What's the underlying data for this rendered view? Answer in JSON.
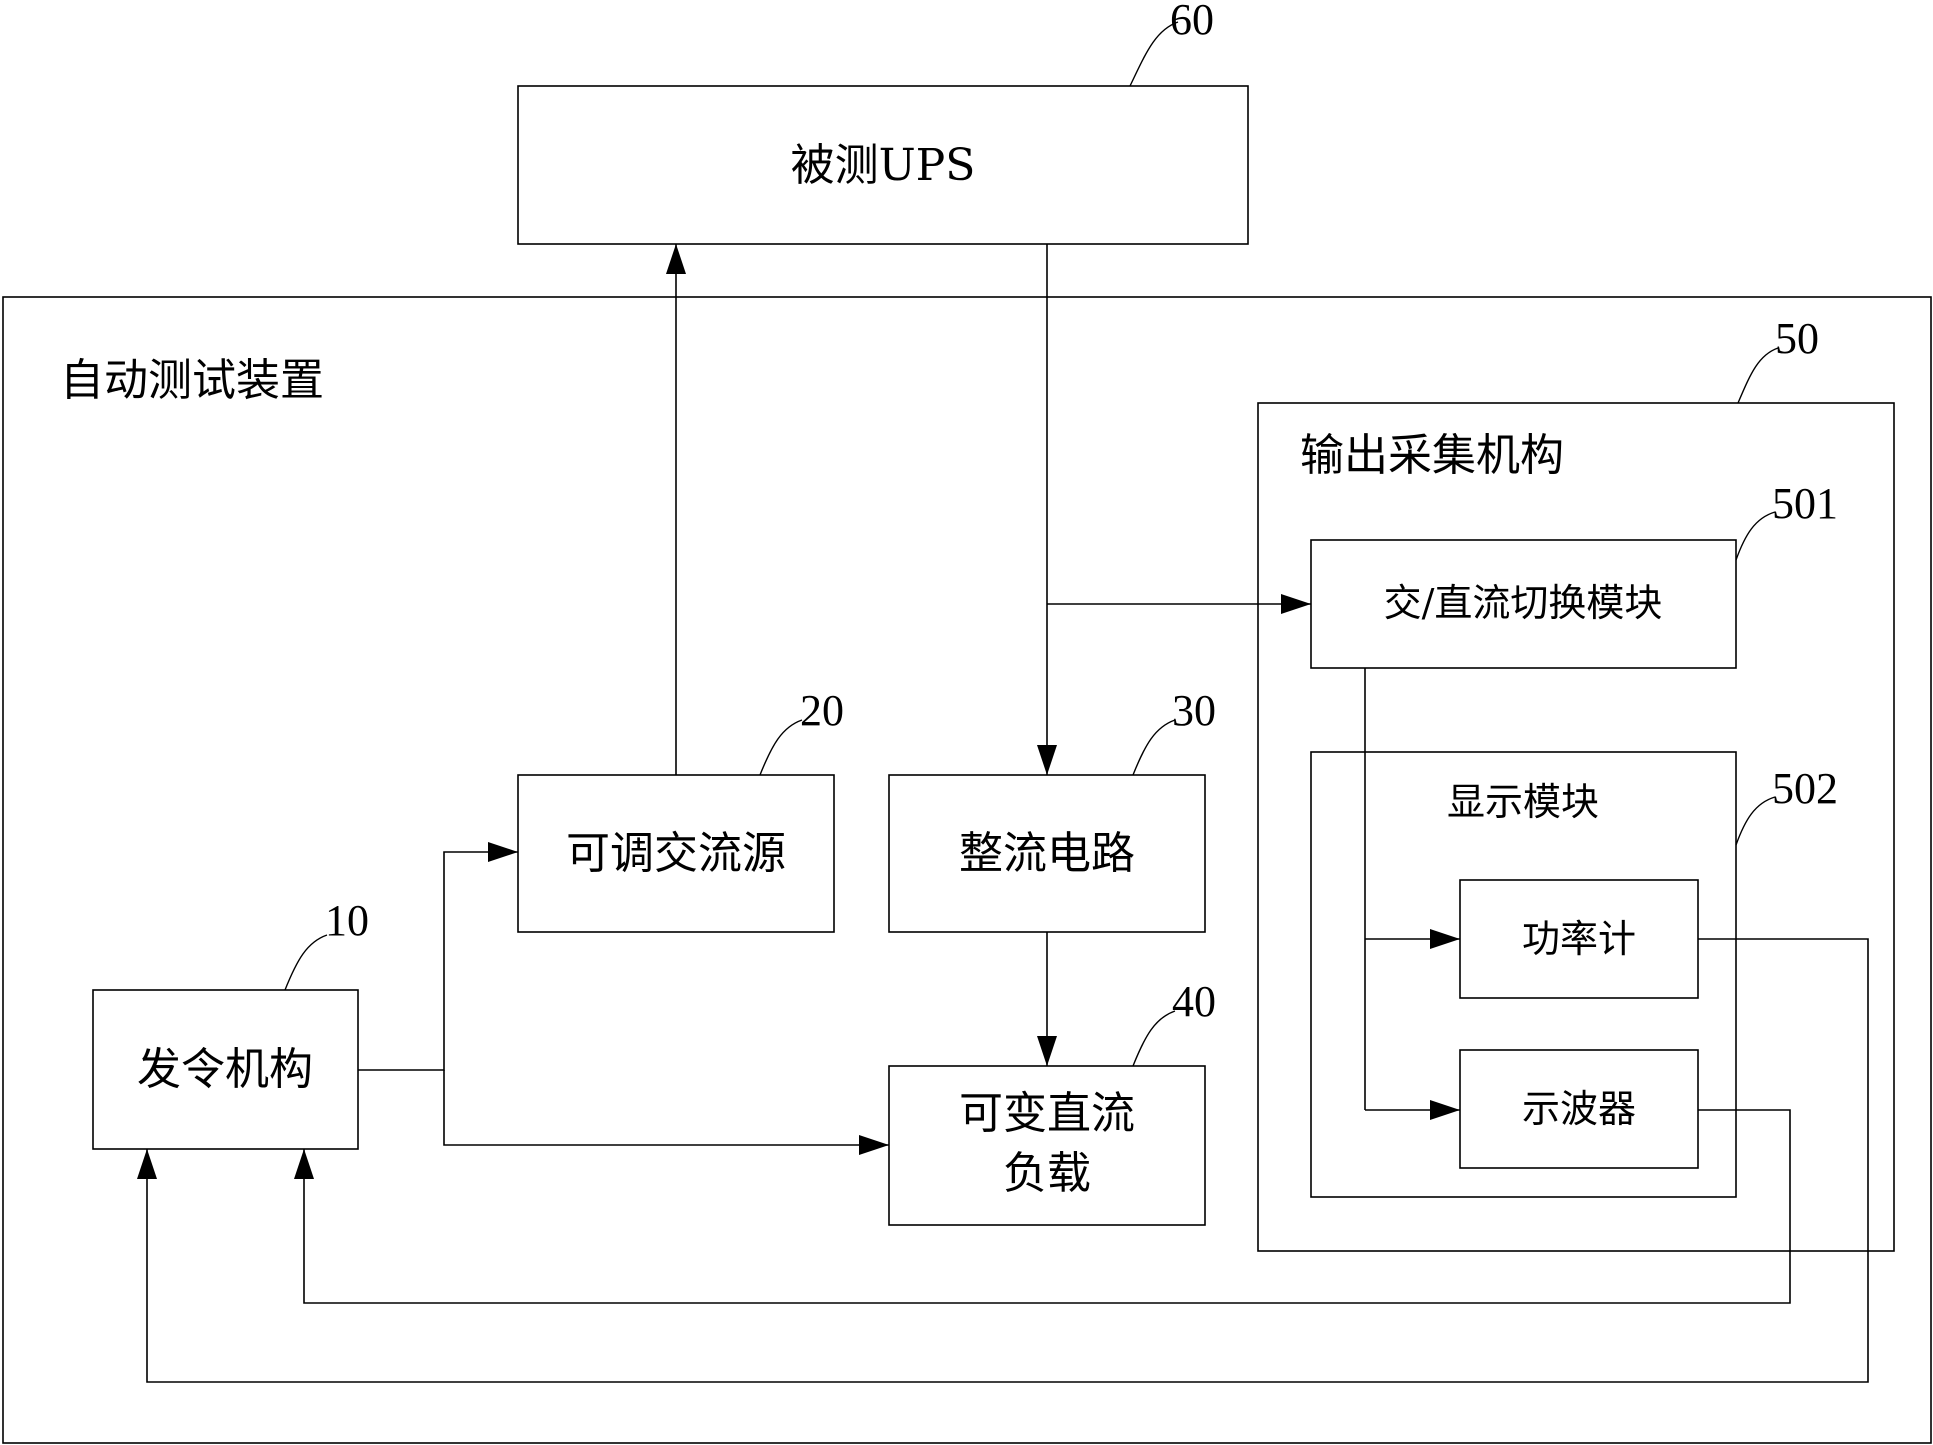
{
  "diagram": {
    "container": {
      "label": "自动测试装置"
    },
    "ups": {
      "label": "被测UPS",
      "ref": "60"
    },
    "command_unit": {
      "label": "发令机构",
      "ref": "10"
    },
    "ac_source": {
      "label": "可调交流源",
      "ref": "20"
    },
    "rectifier": {
      "label": "整流电路",
      "ref": "30"
    },
    "dc_load": {
      "label_line1": "可变直流",
      "label_line2": "负载",
      "ref": "40"
    },
    "output_collector": {
      "label": "输出采集机构",
      "ref": "50"
    },
    "switch_module": {
      "label": "交/直流切换模块",
      "ref": "501"
    },
    "display_module": {
      "label": "显示模块",
      "ref": "502"
    },
    "power_meter": {
      "label": "功率计"
    },
    "oscilloscope": {
      "label": "示波器"
    }
  }
}
